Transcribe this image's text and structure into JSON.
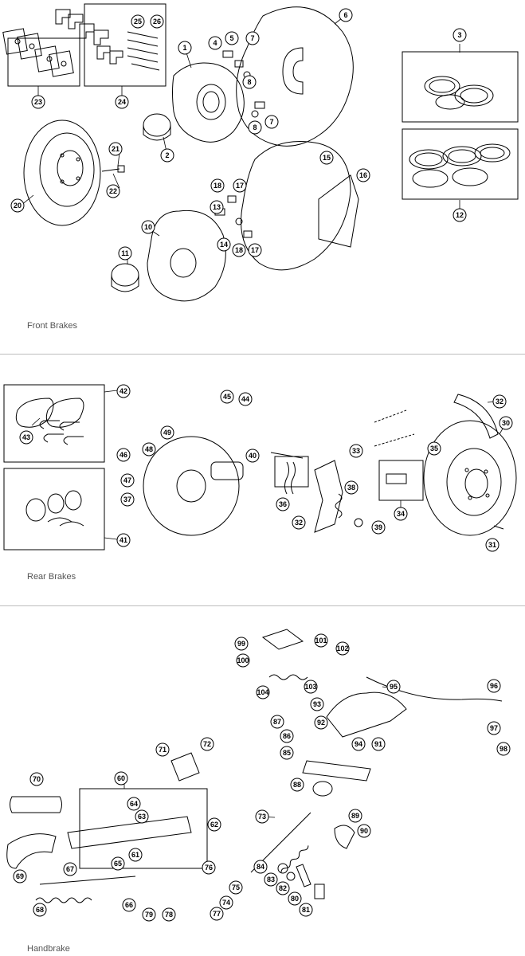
{
  "sections": {
    "front_title": "Front Brakes",
    "rear_title": "Rear Brakes",
    "handbrake_title": "Handbrake"
  },
  "callouts": {
    "front": [
      "1",
      "2",
      "3",
      "4",
      "5",
      "6",
      "7",
      "7",
      "8",
      "8",
      "10",
      "11",
      "12",
      "13",
      "14",
      "15",
      "16",
      "17",
      "17",
      "18",
      "18",
      "20",
      "21",
      "22",
      "23",
      "24",
      "25",
      "26"
    ],
    "rear": [
      "30",
      "31",
      "32",
      "32",
      "33",
      "34",
      "35",
      "36",
      "37",
      "38",
      "39",
      "40",
      "41",
      "42",
      "43",
      "44",
      "45",
      "46",
      "47",
      "48",
      "49"
    ],
    "handbrake": [
      "60",
      "61",
      "62",
      "63",
      "64",
      "65",
      "66",
      "67",
      "68",
      "69",
      "70",
      "71",
      "72",
      "73",
      "74",
      "75",
      "76",
      "77",
      "78",
      "79",
      "80",
      "81",
      "82",
      "83",
      "84",
      "85",
      "86",
      "87",
      "88",
      "89",
      "90",
      "91",
      "92",
      "93",
      "94",
      "95",
      "96",
      "97",
      "98",
      "99",
      "100",
      "101",
      "102",
      "103",
      "104"
    ]
  },
  "colors": {
    "ink": "#000000",
    "paper": "#ffffff",
    "divider": "#bdbdbd",
    "label_gray": "#555555"
  }
}
